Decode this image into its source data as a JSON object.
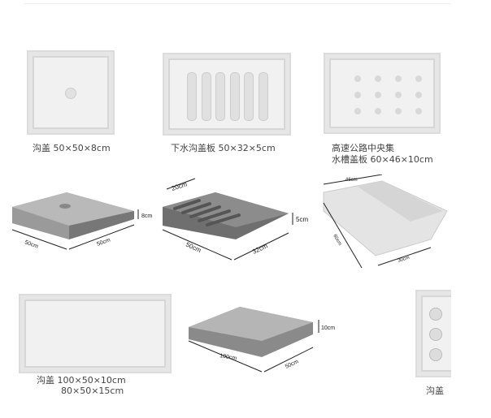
{
  "products": [
    {
      "caption": "沟盖 50×50×8cm"
    },
    {
      "caption": "下水沟盖板 50×32×5cm"
    },
    {
      "caption_line1": "高速公路中央集",
      "caption_line2": "水槽盖板 60×46×10cm"
    },
    {
      "caption_line1": "沟盖 100×50×10cm",
      "caption_line2": "80×50×15cm"
    },
    {
      "caption": "沟盖"
    }
  ],
  "diagrams": {
    "slab1": {
      "height": "8cm",
      "length": "50cm",
      "width": "50cm"
    },
    "slab2": {
      "slot": "20cm",
      "height": "5cm",
      "length": "50cm",
      "width": "32cm"
    },
    "slab3": {
      "top": "46cm",
      "length": "60cm",
      "width": "30cm"
    },
    "slab4": {
      "height": "10cm",
      "length": "100cm",
      "width": "50cm"
    }
  }
}
